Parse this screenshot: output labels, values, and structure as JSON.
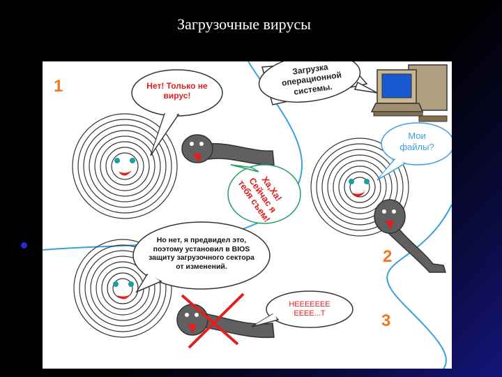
{
  "slide": {
    "title": "Загрузочные вирусы"
  },
  "scene": {
    "step1": "1",
    "step2": "2",
    "step3": "3",
    "bubble_not_virus": "Нет! Только не вирус!",
    "bubble_os_loading": "Загрузка операционной системы.",
    "bubble_my_files": "Мои файлы?",
    "bubble_haha": "Ха,Ха! Сейчас я тебя съем!",
    "bubble_bios": "Но нет, я предвидел это, поэтому установил в BIOS защиту загрузочного сектора от изменений.",
    "bubble_noo": "НЕЕЕЕЕЕЕ ЕЕЕЕ...Т"
  },
  "colors": {
    "accent": "#f07820",
    "red": "#e02020",
    "blue_line": "#3a9fe0",
    "worm": "#606060"
  }
}
